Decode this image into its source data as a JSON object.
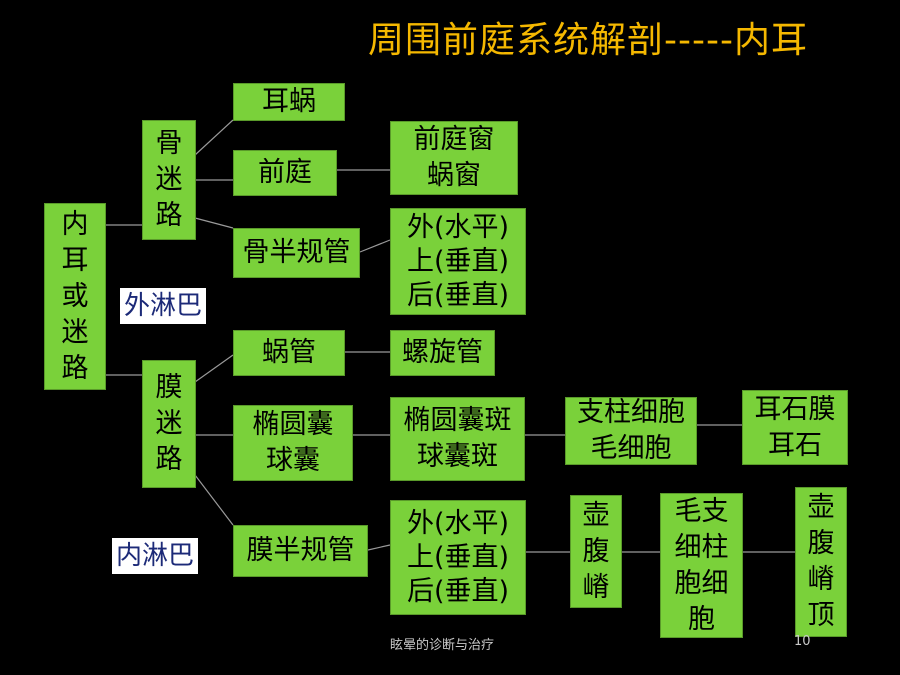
{
  "title": "周围前庭系统解剖-----内耳",
  "root": "内\n耳\n或\n迷\n路",
  "bony": {
    "label": "骨\n迷\n路",
    "cochlea": "耳蜗",
    "vestibule": "前庭",
    "windows": "前庭窗\n蜗窗",
    "canals": "骨半规管",
    "canal_types": "外(水平)\n上(垂直)\n后(垂直)"
  },
  "perilymph": "外淋巴",
  "membranous": {
    "label": "膜\n迷\n路",
    "duct": "蜗管",
    "spiral": "螺旋管",
    "sacs": "椭圆囊\n球囊",
    "maculae": "椭圆囊斑\n球囊斑",
    "cells": "支柱细胞\n毛细胞",
    "otolith": "耳石膜\n耳石",
    "canals": "膜半规管",
    "canal_types": "外(水平)\n上(垂直)\n后(垂直)",
    "crista": "壶\n腹\n嵴",
    "crista_cells": "毛支\n细柱\n胞细\n胞",
    "cupula": "壶\n腹\n嵴\n顶"
  },
  "endolymph": "内淋巴",
  "footer": "眩晕的诊断与治疗",
  "page_number": "10"
}
